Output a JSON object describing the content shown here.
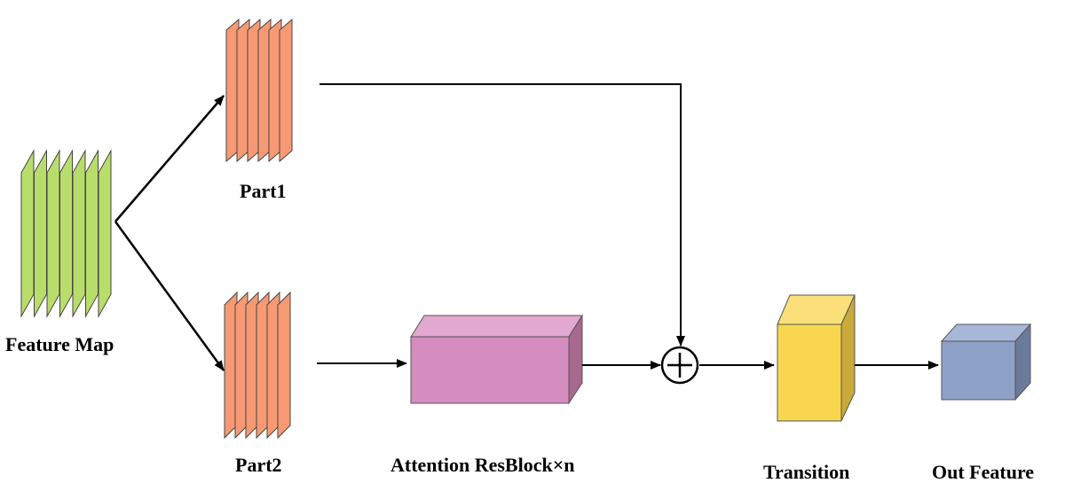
{
  "labels": {
    "feature_map": "Feature Map",
    "part1": "Part1",
    "part2": "Part2",
    "attention": "Attention ResBlock×n",
    "transition": "Transition",
    "out_feature": "Out Feature"
  },
  "colors": {
    "feature_map": "#b9dd6b",
    "part": "#f79a73",
    "attention_front": "#d58cbf",
    "attention_top": "#e2a8d0",
    "attention_side": "#a8698f",
    "transition_front": "#f8d64e",
    "transition_top": "#fbe07a",
    "transition_side": "#c9a93a",
    "out_front": "#8ea2c8",
    "out_top": "#a7b7d8",
    "out_side": "#6a7a9a",
    "line": "#000000"
  }
}
